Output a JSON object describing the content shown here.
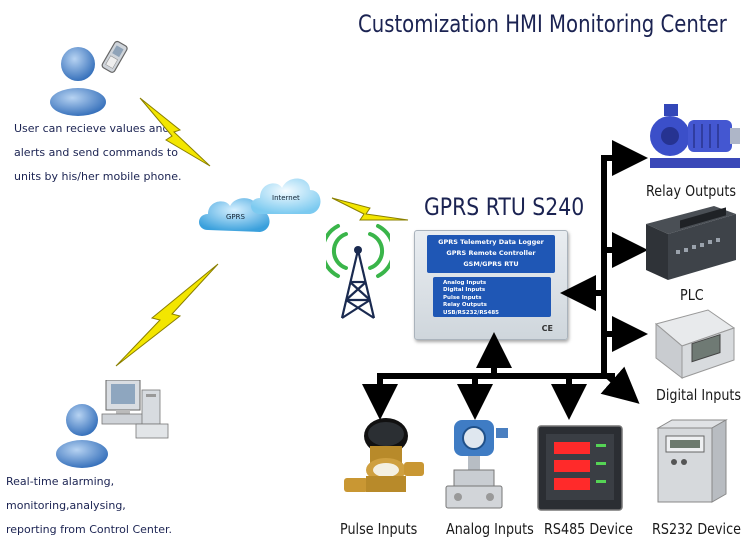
{
  "title": "Customization HMI Monitoring Center",
  "user_note": {
    "lines": "User can recieve values and\nalerts and send commands to\nunits by his/her mobile phone."
  },
  "control_note": {
    "lines": "Real-time alarming, monitoring,analysing,\nreporting from Control Center."
  },
  "cloud": {
    "left_label": "GPRS",
    "right_label": "Internet"
  },
  "device": {
    "name": "GPRS RTU S240",
    "header_lines": [
      "GPRS Telemetry Data Logger",
      "GPRS Remote Controller",
      "GSM/GPRS RTU"
    ],
    "panel_lines": [
      "Analog Inputs",
      "Digital Inputs",
      "Pulse Inputs",
      "Relay Outputs",
      "USB/RS232/RS485"
    ],
    "cert_mark": "CE"
  },
  "outputs_right": [
    {
      "label": "Relay Outputs",
      "icon": "pump-icon"
    },
    {
      "label": "PLC",
      "icon": "plc-icon"
    },
    {
      "label": "Digital Inputs",
      "icon": "sensor-icon"
    }
  ],
  "inputs_bottom": [
    {
      "label": "Pulse Inputs",
      "icon": "water-meter-icon"
    },
    {
      "label": "Analog Inputs",
      "icon": "pressure-transmitter-icon"
    },
    {
      "label": "RS485 Device",
      "icon": "power-meter-icon"
    },
    {
      "label": "RS232 Device",
      "icon": "cabinet-device-icon"
    }
  ],
  "colors": {
    "title": "#1b2352",
    "bus": "#000000",
    "lightning": "#f3e600",
    "rtu_blue": "#1f57b5",
    "tower_green": "#3ab54a"
  }
}
